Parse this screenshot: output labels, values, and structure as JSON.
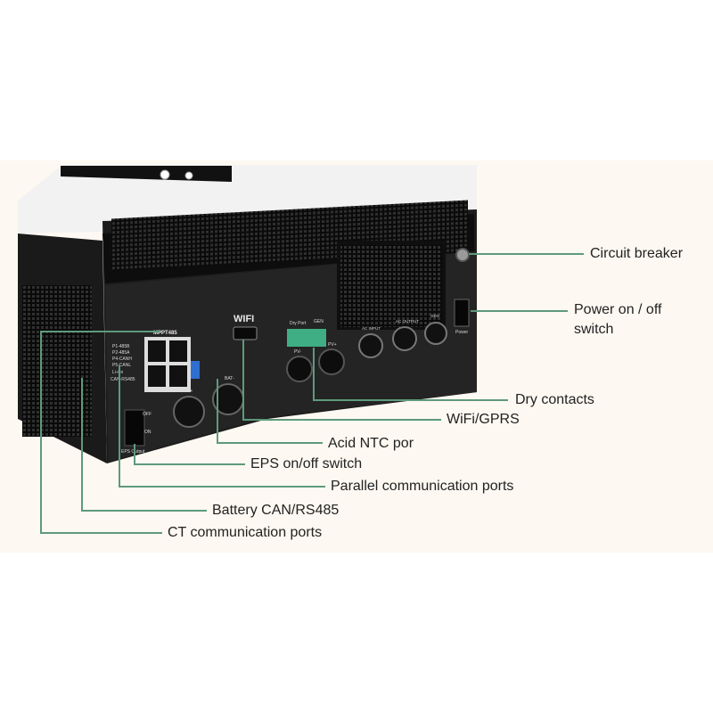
{
  "colors": {
    "background": "#fdf8f1",
    "leader_line": "#5e9a7c",
    "inverter_body": "#1c1c1c",
    "text": "#222222"
  },
  "callouts": {
    "circuit_breaker": "Circuit breaker",
    "power_switch_line1": "Power on / off",
    "power_switch_line2": "switch",
    "dry_contacts": "Dry contacts",
    "wifi_gprs": "WiFi/GPRS",
    "acid_ntc": "Acid NTC por",
    "eps_switch": "EPS on/off switch",
    "parallel_ports": "Parallel communication ports",
    "battery_can": "Battery CAN/RS485",
    "ct_ports": "CT communication ports"
  },
  "panel_labels": {
    "wifi": "WIFI",
    "mppt485": "MPPT485",
    "p1": "P1-485B",
    "p2": "P2-485A",
    "p4": "P4-CANH",
    "p5": "P5-CANL",
    "liion": "Li-ion",
    "canrs485": "CAN-RS485",
    "bat_plus": "BAT+",
    "bat_minus": "BAT-",
    "dry_port": "Dry Port",
    "gen": "GEN",
    "pv_minus": "PV-",
    "pv_plus": "PV+",
    "ac_input": "AC INPUT",
    "ac_output": "AC OUTPUT",
    "gen2": "GEN",
    "power": "Power",
    "off": "OFF",
    "on": "ON",
    "eps_output": "EPS Output"
  }
}
